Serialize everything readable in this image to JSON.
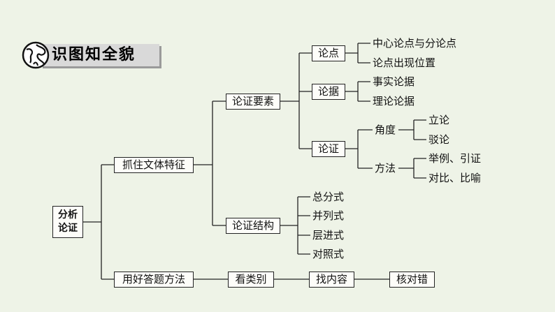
{
  "header": {
    "title": "识图知全貌",
    "icon": "globe-icon"
  },
  "root": {
    "line1": "分析",
    "line2": "论证"
  },
  "level1": {
    "features": "抓住文体特征",
    "method": "用好答题方法"
  },
  "level2": {
    "elements": "论证要素",
    "structure": "论证结构"
  },
  "elements": {
    "point": "论点",
    "evidence": "论据",
    "reasoning": "论证"
  },
  "point_items": [
    "中心论点与分论点",
    "论点出现位置"
  ],
  "evidence_items": [
    "事实论据",
    "理论论据"
  ],
  "reasoning_branches": {
    "angle": "角度",
    "method": "方法"
  },
  "angle_items": [
    "立论",
    "驳论"
  ],
  "method_items": [
    "举例、引证",
    "对比、比喻"
  ],
  "structure_items": [
    "总分式",
    "并列式",
    "层进式",
    "对照式"
  ],
  "steps": [
    "看类别",
    "找内容",
    "核对错"
  ],
  "colors": {
    "background": "#eef3e7",
    "box": "#fdfdf9",
    "line": "#222222",
    "banner": "#d9d9d9"
  }
}
